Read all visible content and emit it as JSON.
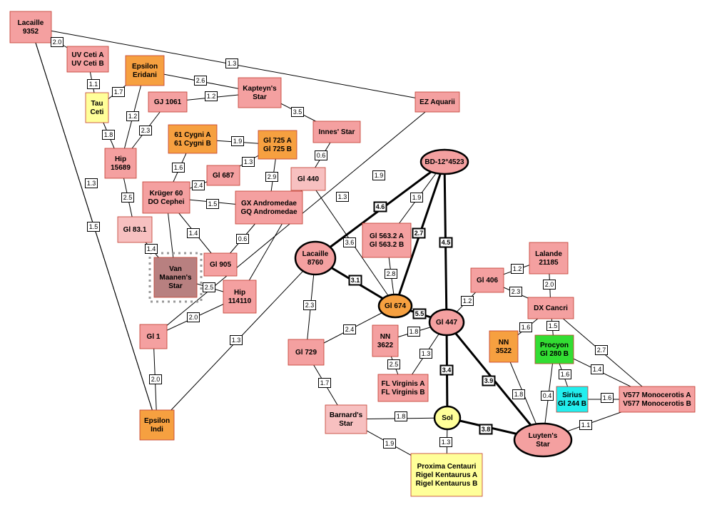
{
  "colors": {
    "pink": "#f4a0a0",
    "light_pink": "#f7c0c0",
    "orange": "#f6a040",
    "yellow": "#ffff99",
    "green": "#33dd33",
    "cyan": "#22eeee",
    "brown": "#b88080",
    "edge": "#000000",
    "node_border": "#c0392b"
  },
  "nodes": [
    {
      "id": "lacaille9352",
      "lines": [
        "Lacaille",
        "9352"
      ],
      "color": "pink",
      "shape": "rect"
    },
    {
      "id": "uvceti",
      "lines": [
        "UV Ceti A",
        "UV Ceti B"
      ],
      "color": "pink",
      "shape": "rect"
    },
    {
      "id": "epseri",
      "lines": [
        "Epsilon",
        "Eridani"
      ],
      "color": "orange",
      "shape": "rect"
    },
    {
      "id": "tauceti",
      "lines": [
        "Tau",
        "Ceti"
      ],
      "color": "yellow",
      "shape": "rect"
    },
    {
      "id": "gj1061",
      "lines": [
        "GJ 1061"
      ],
      "color": "pink",
      "shape": "rect"
    },
    {
      "id": "kapteyn",
      "lines": [
        "Kapteyn's",
        "Star"
      ],
      "color": "pink",
      "shape": "rect"
    },
    {
      "id": "ezaquarii",
      "lines": [
        "EZ Aquarii"
      ],
      "color": "pink",
      "shape": "rect"
    },
    {
      "id": "hip15689",
      "lines": [
        "Hip",
        "15689"
      ],
      "color": "pink",
      "shape": "rect"
    },
    {
      "id": "cyg61",
      "lines": [
        "61 Cygni A",
        "61 Cygni B"
      ],
      "color": "orange",
      "shape": "rect"
    },
    {
      "id": "gl725",
      "lines": [
        "Gl 725 A",
        "Gl 725 B"
      ],
      "color": "orange",
      "shape": "rect"
    },
    {
      "id": "innes",
      "lines": [
        "Innes' Star"
      ],
      "color": "pink",
      "shape": "rect"
    },
    {
      "id": "gl687",
      "lines": [
        "Gl 687"
      ],
      "color": "pink",
      "shape": "rect"
    },
    {
      "id": "gl440",
      "lines": [
        "Gl 440"
      ],
      "color": "light_pink",
      "shape": "rect"
    },
    {
      "id": "bd12",
      "lines": [
        "BD-12°4523"
      ],
      "color": "pink",
      "shape": "ellipse"
    },
    {
      "id": "kruger60",
      "lines": [
        "Krüger 60",
        "DO Cephei"
      ],
      "color": "pink",
      "shape": "rect"
    },
    {
      "id": "gxand",
      "lines": [
        "GX Andromedae",
        "GQ Andromedae"
      ],
      "color": "pink",
      "shape": "rect"
    },
    {
      "id": "gl83",
      "lines": [
        "Gl 83.1"
      ],
      "color": "light_pink",
      "shape": "rect"
    },
    {
      "id": "gl563",
      "lines": [
        "Gl 563.2 A",
        "Gl 563.2 B"
      ],
      "color": "pink",
      "shape": "rect"
    },
    {
      "id": "lacaille8760",
      "lines": [
        "Lacaille",
        "8760"
      ],
      "color": "pink",
      "shape": "ellipse"
    },
    {
      "id": "vanmaanen",
      "lines": [
        "Van",
        "Maanen's",
        "Star"
      ],
      "color": "brown",
      "shape": "rect"
    },
    {
      "id": "gl905",
      "lines": [
        "Gl 905"
      ],
      "color": "pink",
      "shape": "rect"
    },
    {
      "id": "lalande",
      "lines": [
        "Lalande",
        "21185"
      ],
      "color": "pink",
      "shape": "rect"
    },
    {
      "id": "hip114110",
      "lines": [
        "Hip",
        "114110"
      ],
      "color": "pink",
      "shape": "rect"
    },
    {
      "id": "gl406",
      "lines": [
        "Gl 406"
      ],
      "color": "pink",
      "shape": "rect"
    },
    {
      "id": "gl674",
      "lines": [
        "Gl 674"
      ],
      "color": "orange",
      "shape": "ellipse"
    },
    {
      "id": "dxcancri",
      "lines": [
        "DX Cancri"
      ],
      "color": "pink",
      "shape": "rect"
    },
    {
      "id": "gl447",
      "lines": [
        "Gl 447"
      ],
      "color": "pink",
      "shape": "ellipse"
    },
    {
      "id": "gl1",
      "lines": [
        "Gl 1"
      ],
      "color": "pink",
      "shape": "rect"
    },
    {
      "id": "nn3622",
      "lines": [
        "NN",
        "3622"
      ],
      "color": "pink",
      "shape": "rect"
    },
    {
      "id": "nn3522",
      "lines": [
        "NN",
        "3522"
      ],
      "color": "orange",
      "shape": "rect"
    },
    {
      "id": "procyon",
      "lines": [
        "Procyon",
        "Gl 280 B"
      ],
      "color": "green",
      "shape": "rect"
    },
    {
      "id": "gl729",
      "lines": [
        "Gl 729"
      ],
      "color": "pink",
      "shape": "rect"
    },
    {
      "id": "flvir",
      "lines": [
        "FL Virginis A",
        "FL Virginis B"
      ],
      "color": "pink",
      "shape": "rect"
    },
    {
      "id": "sirius",
      "lines": [
        "Sirius",
        "Gl 244 B"
      ],
      "color": "cyan",
      "shape": "rect"
    },
    {
      "id": "v577",
      "lines": [
        "V577 Monocerotis A",
        "V577 Monocerotis B"
      ],
      "color": "pink",
      "shape": "rect"
    },
    {
      "id": "barnard",
      "lines": [
        "Barnard's",
        "Star"
      ],
      "color": "light_pink",
      "shape": "rect"
    },
    {
      "id": "sol",
      "lines": [
        "Sol"
      ],
      "color": "yellow",
      "shape": "ellipse"
    },
    {
      "id": "epsind",
      "lines": [
        "Epsilon",
        "Indi"
      ],
      "color": "orange",
      "shape": "rect"
    },
    {
      "id": "luyten",
      "lines": [
        "Luyten's",
        "Star"
      ],
      "color": "pink",
      "shape": "ellipse"
    },
    {
      "id": "proxima",
      "lines": [
        "Proxima Centauri",
        "Rigel Kentaurus A",
        "Rigel Kentaurus B"
      ],
      "color": "yellow",
      "shape": "rect"
    }
  ],
  "edges": [
    {
      "from": "lacaille9352",
      "to": "uvceti",
      "label": "2.0",
      "thick": false
    },
    {
      "from": "lacaille9352",
      "to": "ezaquarii",
      "label": "1.3",
      "thick": false
    },
    {
      "from": "lacaille9352",
      "to": "epsind",
      "label": "1.3",
      "thick": false
    },
    {
      "from": "lacaille9352",
      "to": "epsind",
      "label": "1.5",
      "thick": false
    },
    {
      "from": "uvceti",
      "to": "tauceti",
      "label": "1.1",
      "thick": false
    },
    {
      "from": "epseri",
      "to": "tauceti",
      "label": "1.7",
      "thick": false
    },
    {
      "from": "epseri",
      "to": "hip15689",
      "label": "1.2",
      "thick": false
    },
    {
      "from": "epseri",
      "to": "kapteyn",
      "label": "2.6",
      "thick": false
    },
    {
      "from": "tauceti",
      "to": "hip15689",
      "label": "1.8",
      "thick": false
    },
    {
      "from": "gj1061",
      "to": "kapteyn",
      "label": "1.2",
      "thick": false
    },
    {
      "from": "gj1061",
      "to": "hip15689",
      "label": "2.3",
      "thick": false
    },
    {
      "from": "kapteyn",
      "to": "innes",
      "label": "3.5",
      "thick": false
    },
    {
      "from": "hip15689",
      "to": "gl83",
      "label": "2.5",
      "thick": false
    },
    {
      "from": "cyg61",
      "to": "gl725",
      "label": "1.9",
      "thick": false
    },
    {
      "from": "cyg61",
      "to": "kruger60",
      "label": "1.6",
      "thick": false
    },
    {
      "from": "gl725",
      "to": "gl687",
      "label": "1.3",
      "thick": false
    },
    {
      "from": "gl725",
      "to": "gxand",
      "label": "2.9",
      "thick": false
    },
    {
      "from": "innes",
      "to": "gl440",
      "label": "0.6",
      "thick": false
    },
    {
      "from": "gl440",
      "to": "hip114110",
      "label": "1.3",
      "thick": false
    },
    {
      "from": "gl440",
      "to": "gl674",
      "label": "3.6",
      "thick": false
    },
    {
      "from": "ezaquarii",
      "to": "gl1",
      "label": "1.9",
      "thick": false
    },
    {
      "from": "kruger60",
      "to": "gl687",
      "label": "2.4",
      "thick": false
    },
    {
      "from": "kruger60",
      "to": "gxand",
      "label": "1.5",
      "thick": false
    },
    {
      "from": "kruger60",
      "to": "gl905",
      "label": "1.4",
      "thick": false
    },
    {
      "from": "kruger60",
      "to": "vanmaanen",
      "label": "",
      "thick": false
    },
    {
      "from": "gxand",
      "to": "gl905",
      "label": "0.6",
      "thick": false
    },
    {
      "from": "gl83",
      "to": "vanmaanen",
      "label": "1.4",
      "thick": false
    },
    {
      "from": "vanmaanen",
      "to": "hip114110",
      "label": "2.5",
      "thick": false
    },
    {
      "from": "hip114110",
      "to": "gl1",
      "label": "2.0",
      "thick": false
    },
    {
      "from": "gl1",
      "to": "epsind",
      "label": "2.0",
      "thick": false
    },
    {
      "from": "bd12",
      "to": "lacaille8760",
      "label": "4.6",
      "thick": true
    },
    {
      "from": "bd12",
      "to": "gl674",
      "label": "2.7",
      "thick": true
    },
    {
      "from": "bd12",
      "to": "gl447",
      "label": "4.5",
      "thick": true
    },
    {
      "from": "bd12",
      "to": "gl563",
      "label": "1.9",
      "thick": false
    },
    {
      "from": "gl563",
      "to": "gl674",
      "label": "2.8",
      "thick": false
    },
    {
      "from": "lacaille8760",
      "to": "gl674",
      "label": "3.1",
      "thick": true
    },
    {
      "from": "lacaille8760",
      "to": "gl729",
      "label": "2.3",
      "thick": false
    },
    {
      "from": "lacaille8760",
      "to": "epsind",
      "label": "1.3",
      "thick": false
    },
    {
      "from": "gl674",
      "to": "gl447",
      "label": "5.5",
      "thick": true
    },
    {
      "from": "gl674",
      "to": "gl729",
      "label": "2.4",
      "thick": false
    },
    {
      "from": "gl447",
      "to": "gl406",
      "label": "1.2",
      "thick": false
    },
    {
      "from": "gl447",
      "to": "nn3622",
      "label": "1.8",
      "thick": false
    },
    {
      "from": "gl447",
      "to": "flvir",
      "label": "1.3",
      "thick": false
    },
    {
      "from": "gl447",
      "to": "sol",
      "label": "3.4",
      "thick": true
    },
    {
      "from": "gl447",
      "to": "luyten",
      "label": "3.9",
      "thick": true
    },
    {
      "from": "nn3622",
      "to": "flvir",
      "label": "2.5",
      "thick": false
    },
    {
      "from": "lalande",
      "to": "gl406",
      "label": "1.2",
      "thick": false
    },
    {
      "from": "lalande",
      "to": "dxcancri",
      "label": "2.0",
      "thick": false
    },
    {
      "from": "gl406",
      "to": "dxcancri",
      "label": "2.3",
      "thick": false
    },
    {
      "from": "dxcancri",
      "to": "procyon",
      "label": "1.5",
      "thick": false
    },
    {
      "from": "dxcancri",
      "to": "nn3522",
      "label": "1.6",
      "thick": false
    },
    {
      "from": "dxcancri",
      "to": "v577",
      "label": "2.7",
      "thick": false
    },
    {
      "from": "procyon",
      "to": "sirius",
      "label": "1.6",
      "thick": false
    },
    {
      "from": "procyon",
      "to": "v577",
      "label": "1.4",
      "thick": false
    },
    {
      "from": "procyon",
      "to": "luyten",
      "label": "0.4",
      "thick": false
    },
    {
      "from": "sirius",
      "to": "v577",
      "label": "1.6",
      "thick": false
    },
    {
      "from": "nn3522",
      "to": "luyten",
      "label": "1.8",
      "thick": false
    },
    {
      "from": "v577",
      "to": "luyten",
      "label": "1.1",
      "thick": false
    },
    {
      "from": "gl729",
      "to": "barnard",
      "label": "1.7",
      "thick": false
    },
    {
      "from": "barnard",
      "to": "sol",
      "label": "1.8",
      "thick": false
    },
    {
      "from": "barnard",
      "to": "proxima",
      "label": "1.9",
      "thick": false
    },
    {
      "from": "sol",
      "to": "proxima",
      "label": "1.3",
      "thick": false
    },
    {
      "from": "sol",
      "to": "luyten",
      "label": "3.8",
      "thick": true
    }
  ]
}
